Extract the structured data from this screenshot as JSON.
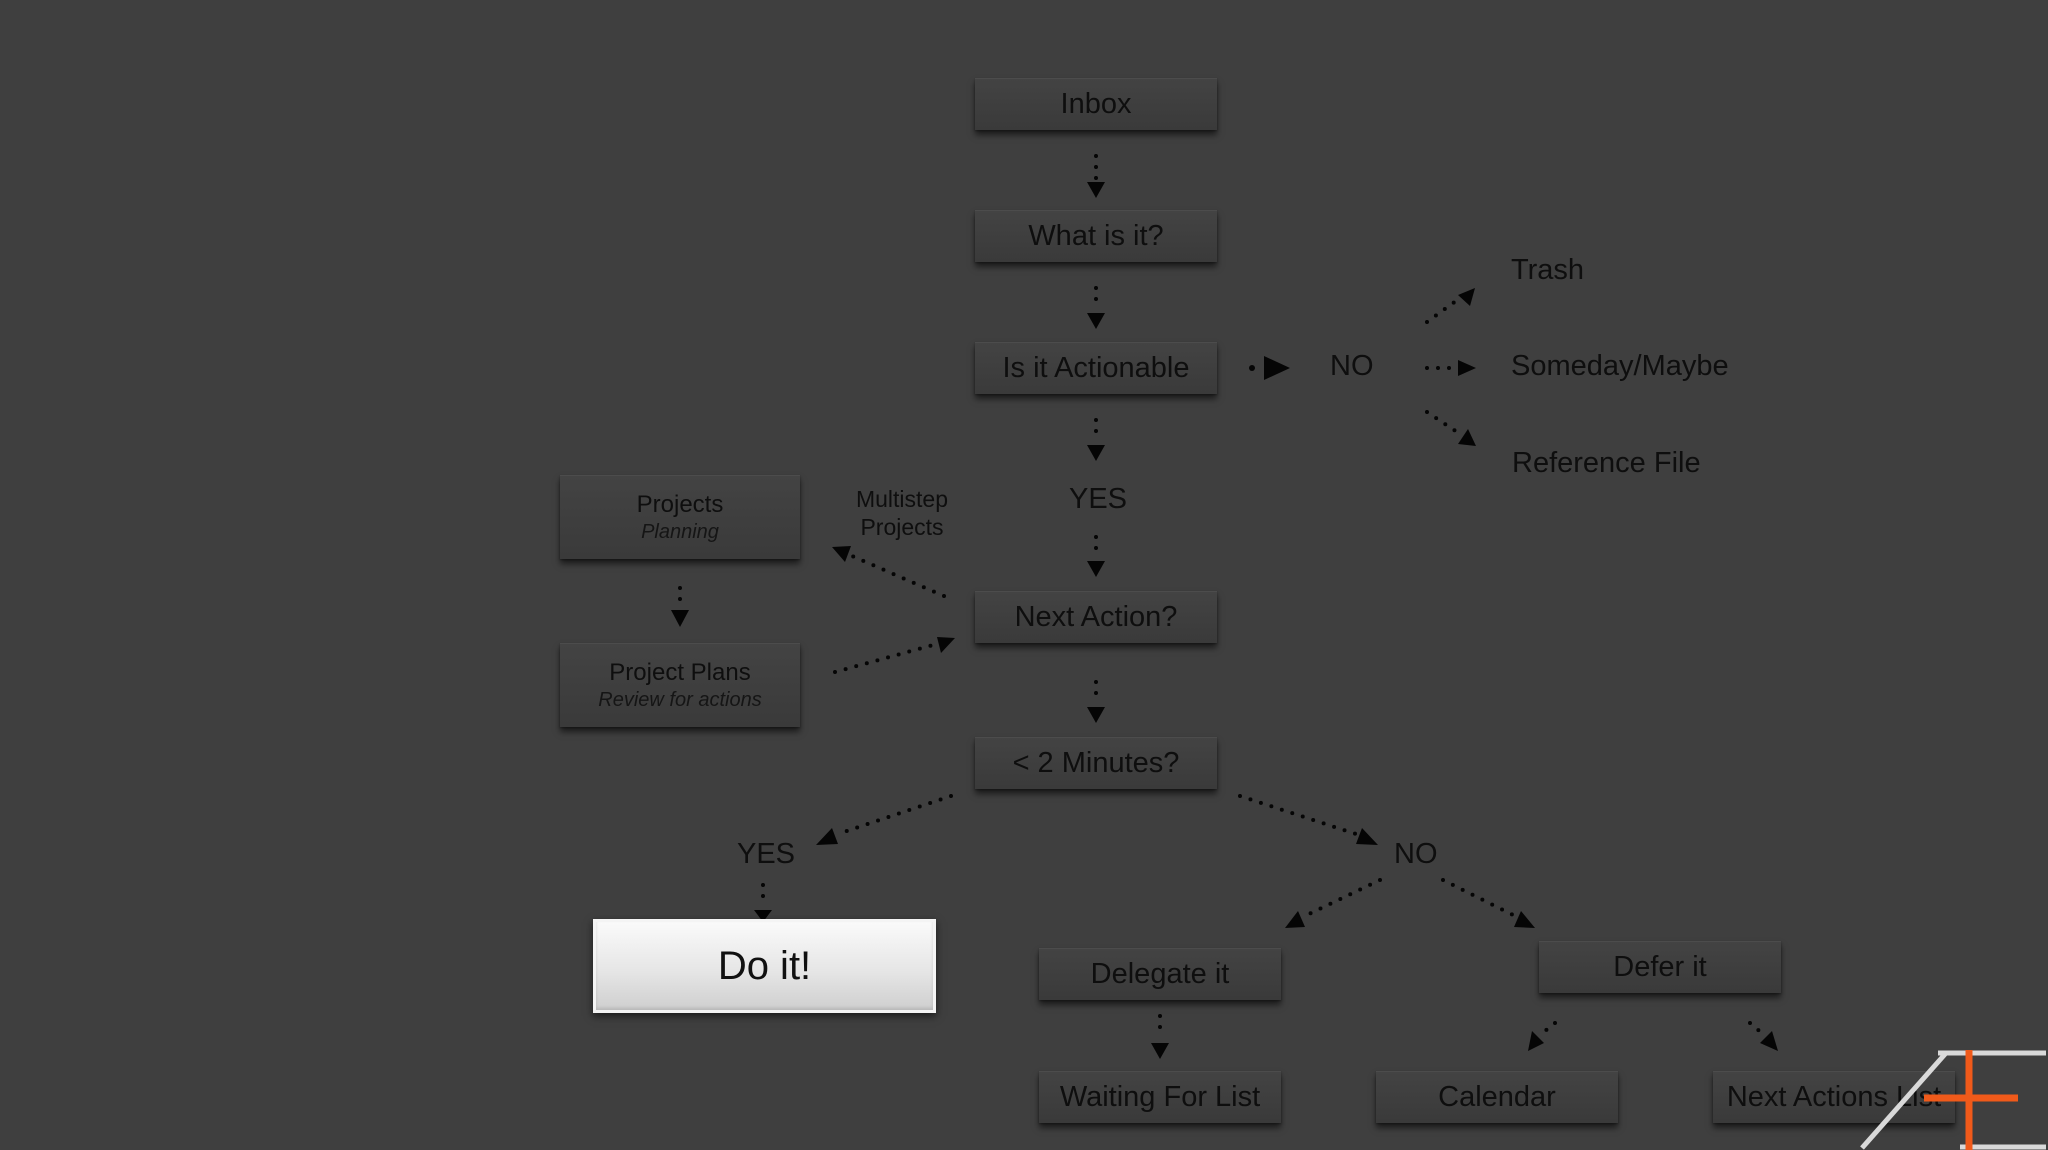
{
  "steps": {
    "inbox": "Inbox",
    "what_is_it": "What is it?",
    "is_actionable": "Is it Actionable",
    "next_action": "Next Action?",
    "two_minutes": "< 2 Minutes?"
  },
  "not_actionable": {
    "no": "NO",
    "trash": "Trash",
    "someday": "Someday/Maybe",
    "reference": "Reference File"
  },
  "actionable_yes": "YES",
  "projects": {
    "title": "Projects",
    "subtitle": "Planning",
    "multistep": "Multistep Projects",
    "plans_title": "Project Plans",
    "plans_subtitle": "Review for actions"
  },
  "outcomes": {
    "yes": "YES",
    "do_it": "Do it!",
    "no": "NO",
    "delegate": "Delegate it",
    "defer": "Defer it",
    "waiting": "Waiting For List",
    "calendar": "Calendar",
    "next_actions": "Next Actions List"
  },
  "colors": {
    "background": "#3f3f3f",
    "box": "#3e3e3e",
    "highlight_box": "#e8e8e8",
    "arrow": "#050505",
    "logo_accent": "#f05a1a",
    "logo_line": "#d9d9d9"
  }
}
